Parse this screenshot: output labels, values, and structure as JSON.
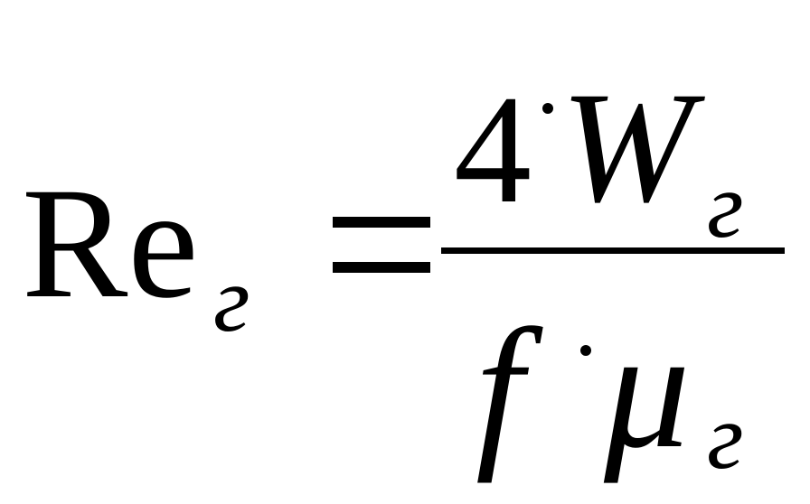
{
  "formula": {
    "lhs": {
      "symbol": "Re",
      "subscript": "г"
    },
    "numerator": {
      "coefficient": "4",
      "variable": "W",
      "subscript": "г"
    },
    "denominator": {
      "variable_1": "f",
      "variable_2": "μ",
      "subscript": "г"
    }
  }
}
